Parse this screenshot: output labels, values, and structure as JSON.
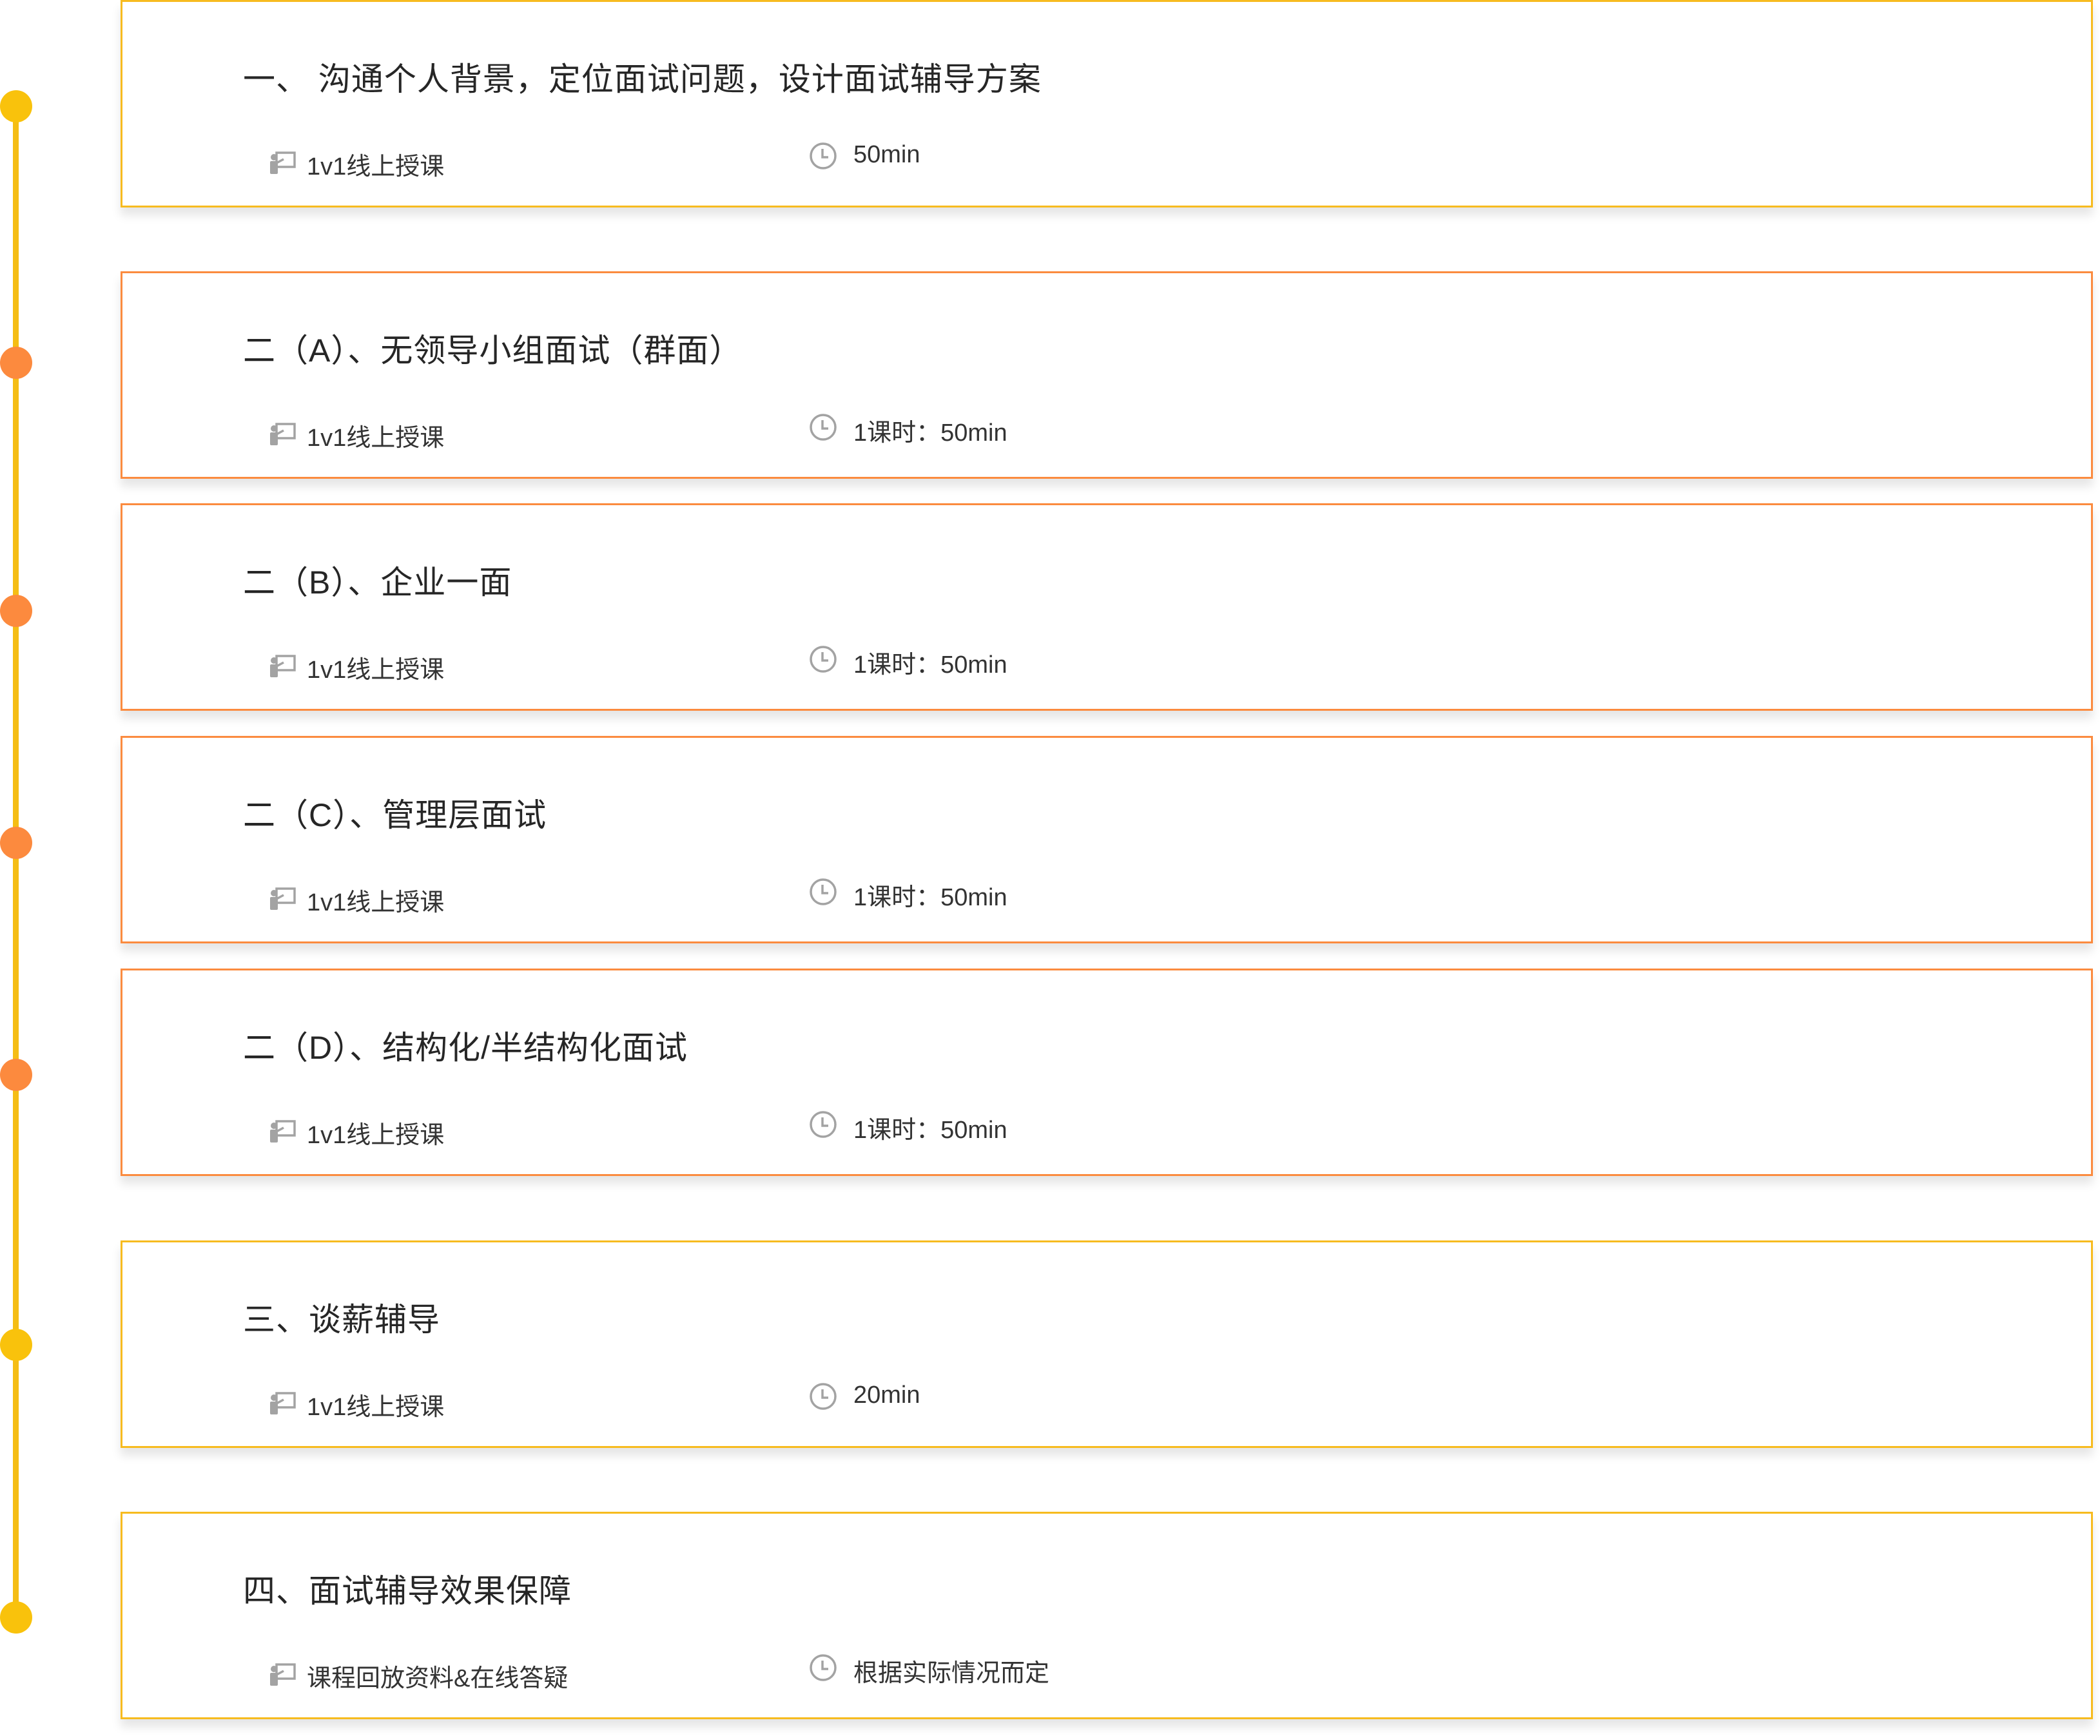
{
  "colors": {
    "timeline": "#f5bd14",
    "dot_yellow": "#f9c20c",
    "dot_orange": "#fc8a3e",
    "border_yellow": "#f7bb1f",
    "border_orange": "#fb8b3f"
  },
  "icons": {
    "mode": "teacher-at-board-icon",
    "duration": "clock-icon"
  },
  "sections": [
    {
      "title": "一、 沟通个人背景，定位面试问题，设计面试辅导方案",
      "mode": "1v1线上授课",
      "duration": "50min",
      "accent": "yellow"
    },
    {
      "title": "二（A）、无领导小组面试（群面）",
      "mode": "1v1线上授课",
      "duration": "1课时：50min",
      "accent": "orange"
    },
    {
      "title": "二（B）、企业一面",
      "mode": "1v1线上授课",
      "duration": "1课时：50min",
      "accent": "orange"
    },
    {
      "title": "二（C）、管理层面试",
      "mode": "1v1线上授课",
      "duration": "1课时：50min",
      "accent": "orange"
    },
    {
      "title": "二（D）、结构化/半结构化面试",
      "mode": "1v1线上授课",
      "duration": "1课时：50min",
      "accent": "orange"
    },
    {
      "title": "三、谈薪辅导",
      "mode": "1v1线上授课",
      "duration": "20min",
      "accent": "yellow"
    },
    {
      "title": "四、面试辅导效果保障",
      "mode": "课程回放资料&在线答疑",
      "duration": "根据实际情况而定",
      "accent": "yellow"
    }
  ]
}
